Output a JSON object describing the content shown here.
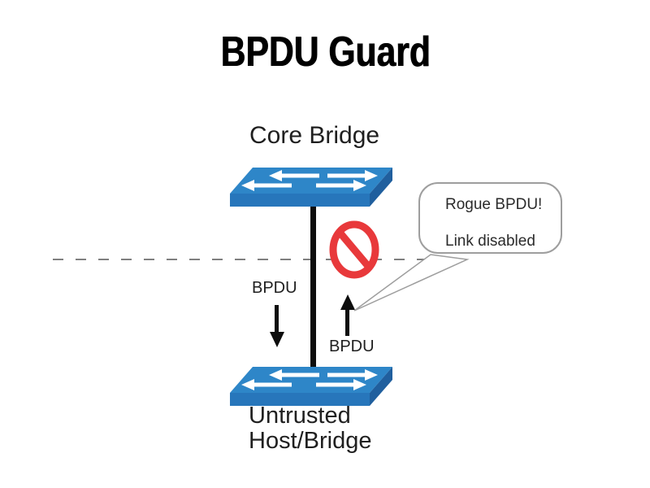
{
  "title": "BPDU Guard",
  "core_bridge": {
    "label": "Core Bridge"
  },
  "untrusted": {
    "line1": "Untrusted",
    "line2": "Host/Bridge"
  },
  "bpdu": {
    "down_label": "BPDU",
    "up_label": "BPDU"
  },
  "callout": {
    "line1": "Rogue BPDU!",
    "line2": "Link disabled"
  },
  "colors": {
    "switch_top": "#2e86c8",
    "switch_front": "#2776bb",
    "switch_side": "#205f9e",
    "switch_arrow": "#ffffff",
    "prohibition_red": "#e8393b",
    "link_line": "#0d0d0d",
    "dashed_line": "#808080",
    "callout_border": "#9e9e9e",
    "text": "#1f1f1f"
  }
}
